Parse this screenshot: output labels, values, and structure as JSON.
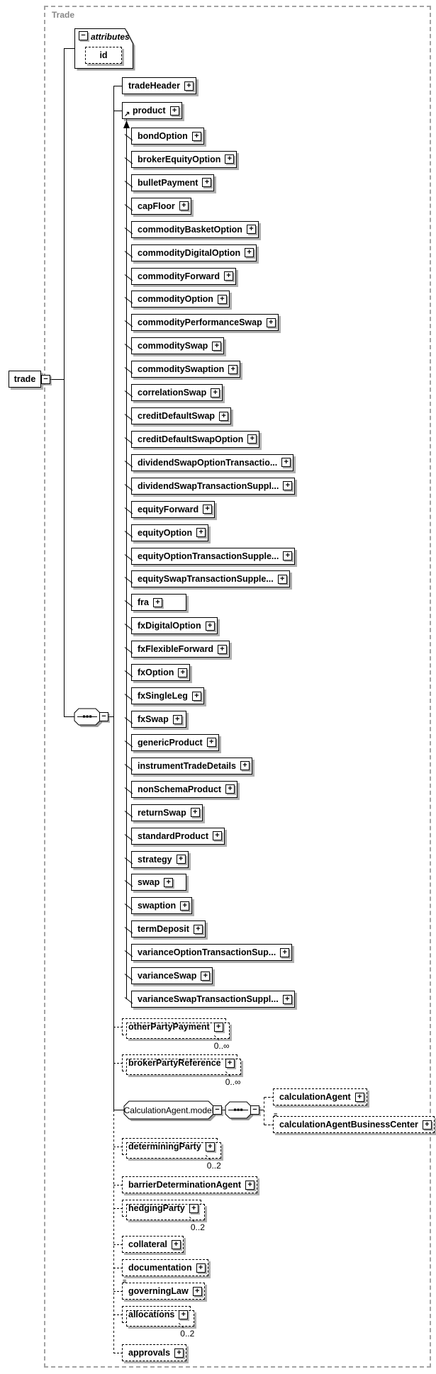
{
  "container_label": "Trade",
  "icons": {
    "collapse": "−",
    "expand": "+",
    "reference": "↗",
    "annotation": "≡",
    "sequence": "sequence-compositor"
  },
  "root_element": {
    "label": "trade"
  },
  "attributes_group": {
    "label": "attributes",
    "attributes": [
      {
        "label": "id"
      }
    ]
  },
  "children": [
    {
      "label": "tradeHeader",
      "optional": false
    },
    {
      "label": "product",
      "optional": false,
      "ref": true
    },
    {
      "label": "otherPartyPayment",
      "optional": true,
      "stacked": true,
      "occurs": "0..∞"
    },
    {
      "label": "brokerPartyReference",
      "optional": true,
      "stacked": true,
      "occurs": "0..∞"
    },
    {
      "label": "determiningParty",
      "optional": true,
      "stacked": true,
      "occurs": "0..2"
    },
    {
      "label": "barrierDeterminationAgent",
      "optional": true
    },
    {
      "label": "hedgingParty",
      "optional": true,
      "stacked": true,
      "occurs": "0..2"
    },
    {
      "label": "collateral",
      "optional": true
    },
    {
      "label": "documentation",
      "optional": true
    },
    {
      "label": "governingLaw",
      "optional": true,
      "note": true
    },
    {
      "label": "allocations",
      "optional": true,
      "stacked": true,
      "occurs": "0..2"
    },
    {
      "label": "approvals",
      "optional": true
    }
  ],
  "product_members": [
    "bondOption",
    "brokerEquityOption",
    "bulletPayment",
    "capFloor",
    "commodityBasketOption",
    "commodityDigitalOption",
    "commodityForward",
    "commodityOption",
    "commodityPerformanceSwap",
    "commoditySwap",
    "commoditySwaption",
    "correlationSwap",
    "creditDefaultSwap",
    "creditDefaultSwapOption",
    "dividendSwapOptionTransactio...",
    "dividendSwapTransactionSuppl...",
    "equityForward",
    "equityOption",
    "equityOptionTransactionSupple...",
    "equitySwapTransactionSupple...",
    "fra",
    "fxDigitalOption",
    "fxFlexibleForward",
    "fxOption",
    "fxSingleLeg",
    "fxSwap",
    "genericProduct",
    "instrumentTradeDetails",
    "nonSchemaProduct",
    "returnSwap",
    "standardProduct",
    "strategy",
    "swap",
    "swaption",
    "termDeposit",
    "varianceOptionTransactionSup...",
    "varianceSwap",
    "varianceSwapTransactionSuppl..."
  ],
  "calculation_agent_model": {
    "label": "CalculationAgent.model",
    "children": [
      {
        "label": "calculationAgent"
      },
      {
        "label": "calculationAgentBusinessCenter",
        "note": true
      }
    ]
  }
}
